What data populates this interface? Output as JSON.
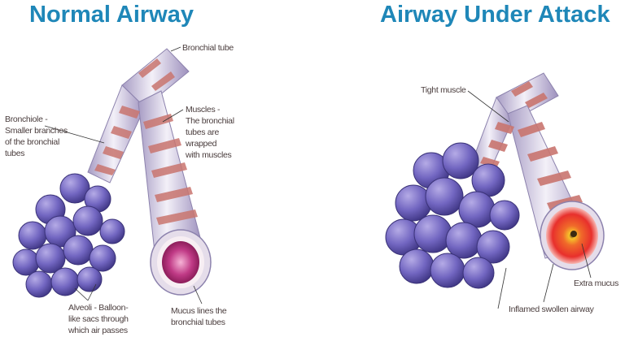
{
  "panels": [
    {
      "title": "Normal Airway",
      "labels": {
        "bronchial_tube": "Bronchial tube",
        "bronchiole": "Bronchiole -\nSmaller branches\nof the bronchial\ntubes",
        "muscles": "Muscles -\nThe bronchial\ntubes are\nwrapped\nwith muscles",
        "alveoli": "Alveoli - Balloon-\nlike sacs through\nwhich air passes",
        "mucus": "Mucus lines the\nbronchial tubes"
      }
    },
    {
      "title": "Airway Under Attack",
      "labels": {
        "tight_muscle": "Tight muscle",
        "extra_mucus": "Extra mucus",
        "inflamed": "Inflamed swollen airway"
      }
    }
  ],
  "colors": {
    "title": "#1f87b8",
    "alveoli": "#6b5fb5",
    "tube": "#d9d2e6",
    "muscle_band": "#c9756f",
    "mucus_normal": "#b0256a",
    "mucus_inflamed": "#e8332a"
  }
}
